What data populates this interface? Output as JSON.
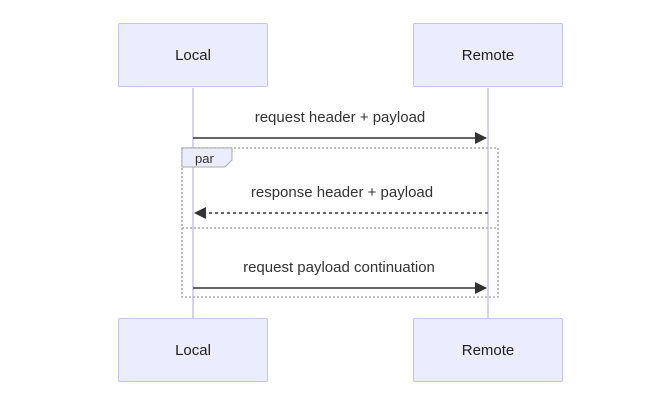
{
  "participants": [
    {
      "id": "local",
      "label": "Local"
    },
    {
      "id": "remote",
      "label": "Remote"
    }
  ],
  "messages": [
    {
      "id": "m1",
      "label": "request header + payload",
      "from": "Local",
      "to": "Remote",
      "style": "solid"
    },
    {
      "id": "m2",
      "label": "response header + payload",
      "from": "Remote",
      "to": "Local",
      "style": "dashed"
    },
    {
      "id": "m3",
      "label": "request payload continuation",
      "from": "Local",
      "to": "Remote",
      "style": "solid"
    }
  ],
  "fragment": {
    "label": "par"
  },
  "colors": {
    "actor_fill": "#ececff",
    "actor_border": "#c7c3ee",
    "lifeline": "#c7c3ee",
    "arrow": "#333333",
    "fragment_border": "#aaaaaa",
    "fragment_label_fill": "#ececff"
  }
}
